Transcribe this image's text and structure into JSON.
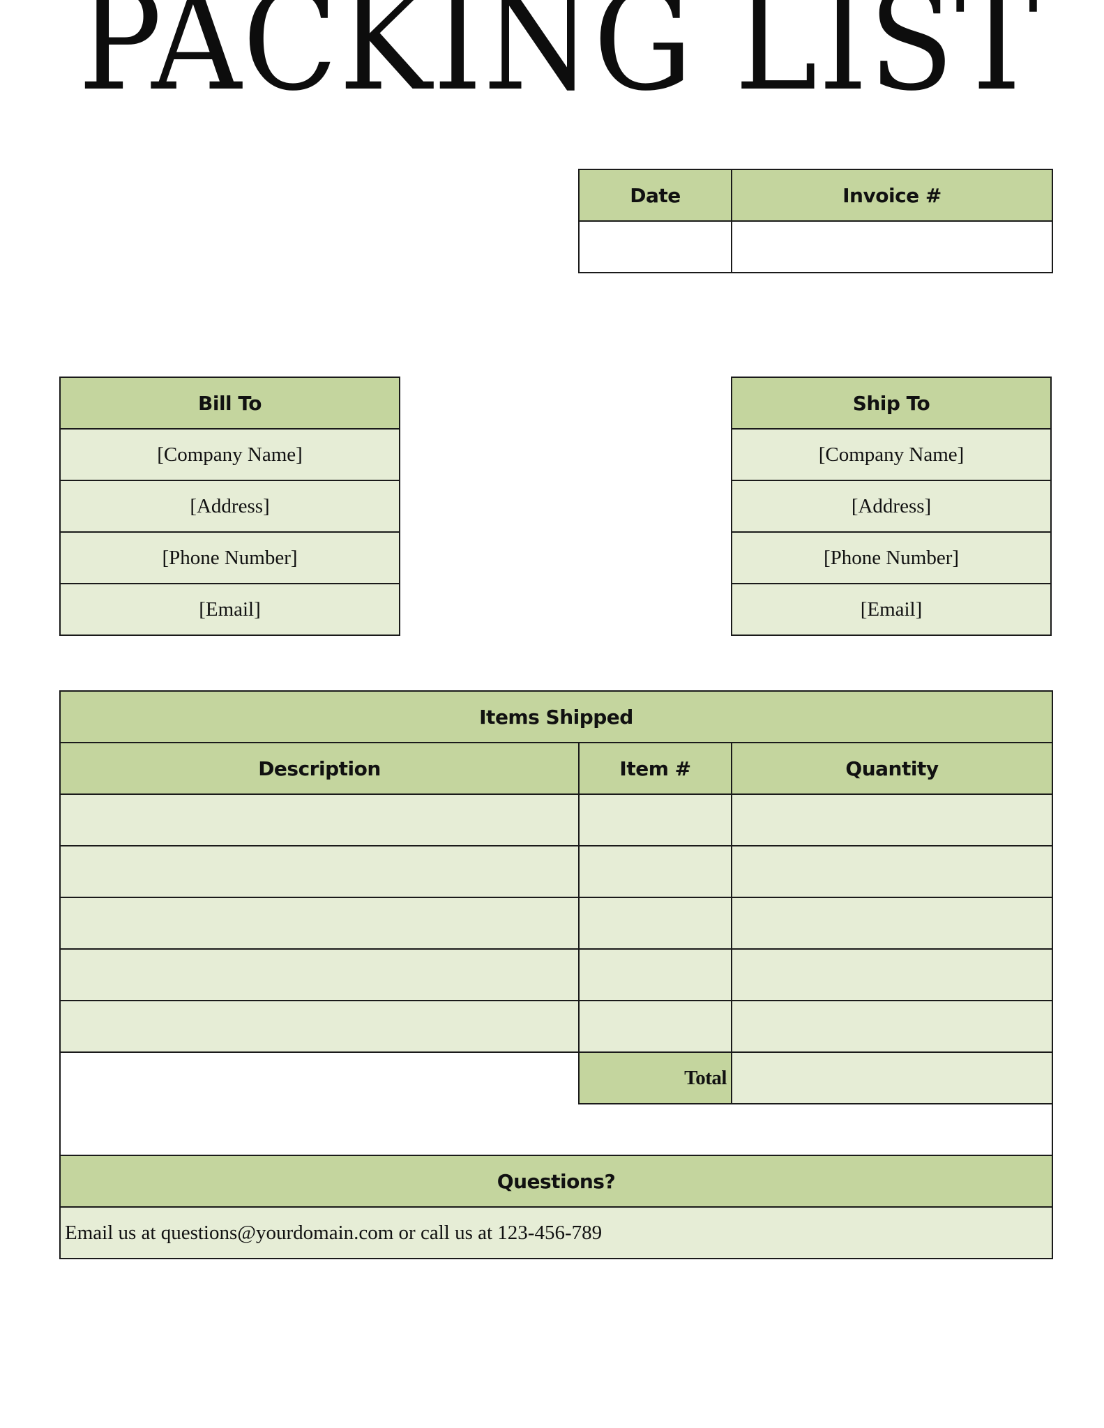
{
  "title": "PACKING LIST",
  "header_table": {
    "date_label": "Date",
    "invoice_label": "Invoice #",
    "date_value": "",
    "invoice_value": ""
  },
  "bill_to": {
    "heading": "Bill To",
    "lines": [
      "[Company Name]",
      "[Address]",
      "[Phone Number]",
      "[Email]"
    ]
  },
  "ship_to": {
    "heading": "Ship To",
    "lines": [
      "[Company Name]",
      "[Address]",
      "[Phone Number]",
      "[Email]"
    ]
  },
  "items": {
    "heading": "Items Shipped",
    "columns": [
      "Description",
      "Item #",
      "Quantity"
    ],
    "rows": [
      [
        "",
        "",
        ""
      ],
      [
        "",
        "",
        ""
      ],
      [
        "",
        "",
        ""
      ],
      [
        "",
        "",
        ""
      ],
      [
        "",
        "",
        ""
      ]
    ],
    "total_label": "Total",
    "total_value": ""
  },
  "questions": {
    "heading": "Questions?",
    "text": "Email us at questions@yourdomain.com or call us at 123-456-789"
  },
  "colors": {
    "header_fill": "#c4d59e",
    "body_fill": "#e6edd6",
    "border": "#1a1a1a"
  }
}
